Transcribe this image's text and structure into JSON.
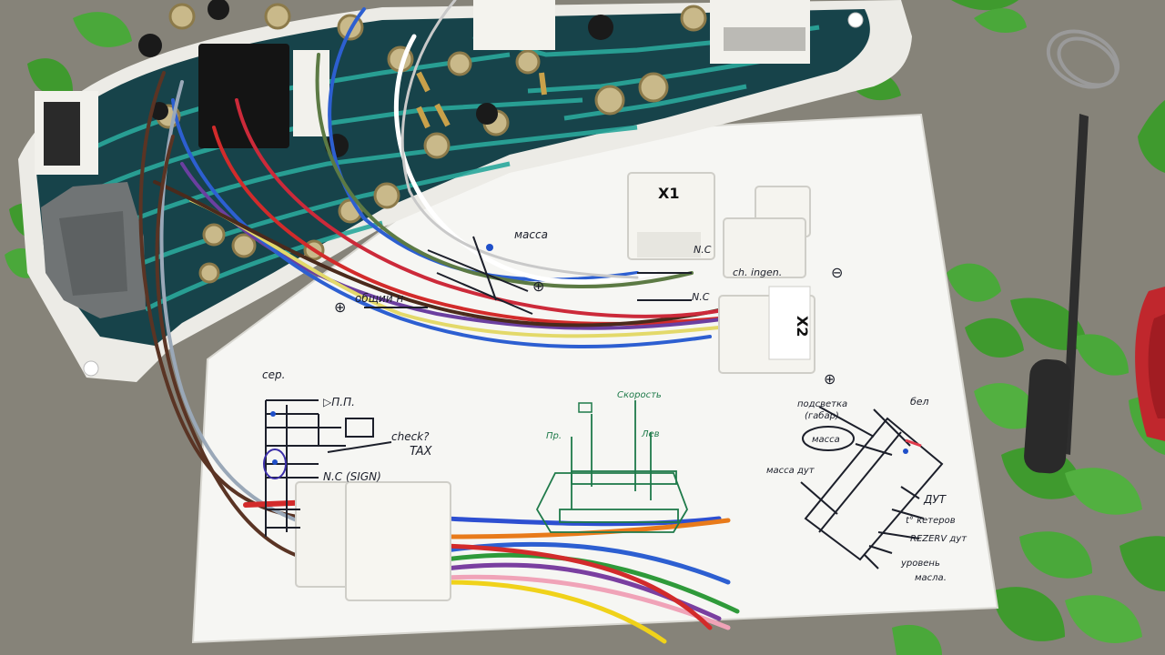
{
  "connector_labels": {
    "x1": "X1",
    "x2": "X2"
  },
  "upper_diagram": {
    "massa": "масса",
    "common": "общий н",
    "ingen": "ch. ingen.",
    "nc_1": "N.C",
    "nc_2": "N.C"
  },
  "left_diagram": {
    "ser": "сер.",
    "pp": "▷П.П.",
    "check": "check?",
    "tax": "TAX",
    "nc_sign": "N.C (SIGN)"
  },
  "middle_diagram": {
    "pr": "Пр.",
    "speed": "Скорость",
    "lev": "Лев"
  },
  "right_diagram": {
    "bel": "бел",
    "backlight": "подсветка",
    "gabar": "(габар)",
    "massa": "масса",
    "massa_dut": "масса дут",
    "dut": "ДУТ",
    "temp": "t° кетеров",
    "rezerv": "REZERV дут",
    "level_1": "уровень",
    "level_2": "масла."
  },
  "symbols": {
    "plus": "⊕",
    "minus": "⊖"
  },
  "colors": {
    "tabletop": "#7f7c74",
    "paper": "#f6f6f3",
    "pcb": "#17434a",
    "trace": "#2aa89c",
    "housing": "#ecebe6",
    "leaf": "#3f9a2e",
    "ink": "#1c1f2a",
    "green_ink": "#1f7a4a"
  }
}
